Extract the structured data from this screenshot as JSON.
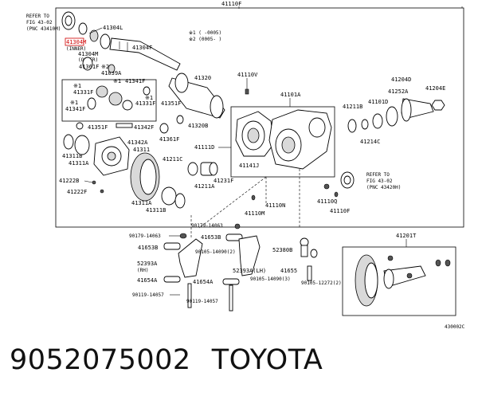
{
  "diagram": {
    "main_ref": "41110F",
    "code": "430002C",
    "note1": "※1 (     -0005)",
    "note2": "※2 (0005-     )",
    "refer1": [
      "REFER TO",
      "FIG 43-02",
      "(PNC 43410M)"
    ],
    "refer2": [
      "REFER TO",
      "FIG 43-02",
      "(PNC 43420H)"
    ],
    "highlight_label": "41304M",
    "highlight_sub": "(INNER)",
    "outer_sub": "(OUTER)",
    "labels": {
      "p41304L": "41304L",
      "p41304F": "41304F",
      "p41304M": "41304M",
      "p41361F": "41361F",
      "p41039A": "41039A",
      "p41341F_a": "41341F",
      "p41331F_a": "41331F",
      "p41331F_b": "41331F",
      "p41341F_b": "41341F",
      "p41351F": "41351F",
      "p41342F": "41342F",
      "p41342A": "41342A",
      "p41311": "41311",
      "p41311B": "41311B",
      "p41311A": "41311A",
      "p41222B": "41222B",
      "p41222F": "41222F",
      "p41311A_b": "41311A",
      "p41311B_b": "41311B",
      "p41211C": "41211C",
      "p41211A": "41211A",
      "p41231F": "41231F",
      "p41111D": "41111D",
      "p41141J": "41141J",
      "p41320": "41320",
      "p41320B": "41320B",
      "p41361F_b": "41361F",
      "p41110V": "41110V",
      "p41101A": "41101A",
      "p41110N": "41110N",
      "p41110M": "41110M",
      "p41110Q": "41110Q",
      "p41110F_b": "41110F",
      "p41211B": "41211B",
      "p41101D": "41101D",
      "p41214C": "41214C",
      "p41252A": "41252A",
      "p41204D": "41204D",
      "p41204E": "41204E",
      "p90179": "90179-14063",
      "p41653B": "41653B",
      "p52393A": "52393A",
      "p52393A_rh": "(RH)",
      "p41654A": "41654A",
      "p90119": "90119-14057",
      "p90179_b": "90179-14063",
      "p41653B_b": "41653B",
      "p90105_2": "90105-14090(2)",
      "p52393A_lh": "52393A(LH)",
      "p41654A_b": "41654A",
      "p90105_3": "90105-14090(3)",
      "p90119_b": "90119-14057",
      "p52380B": "52380B",
      "p41655": "41655",
      "p90105_12272": "90105-12272(2)",
      "p41201T": "41201T"
    }
  },
  "footer": {
    "part_number": "9052075002",
    "brand": "TOYOTA"
  },
  "colors": {
    "highlight": "#d00000",
    "ink": "#000000"
  }
}
